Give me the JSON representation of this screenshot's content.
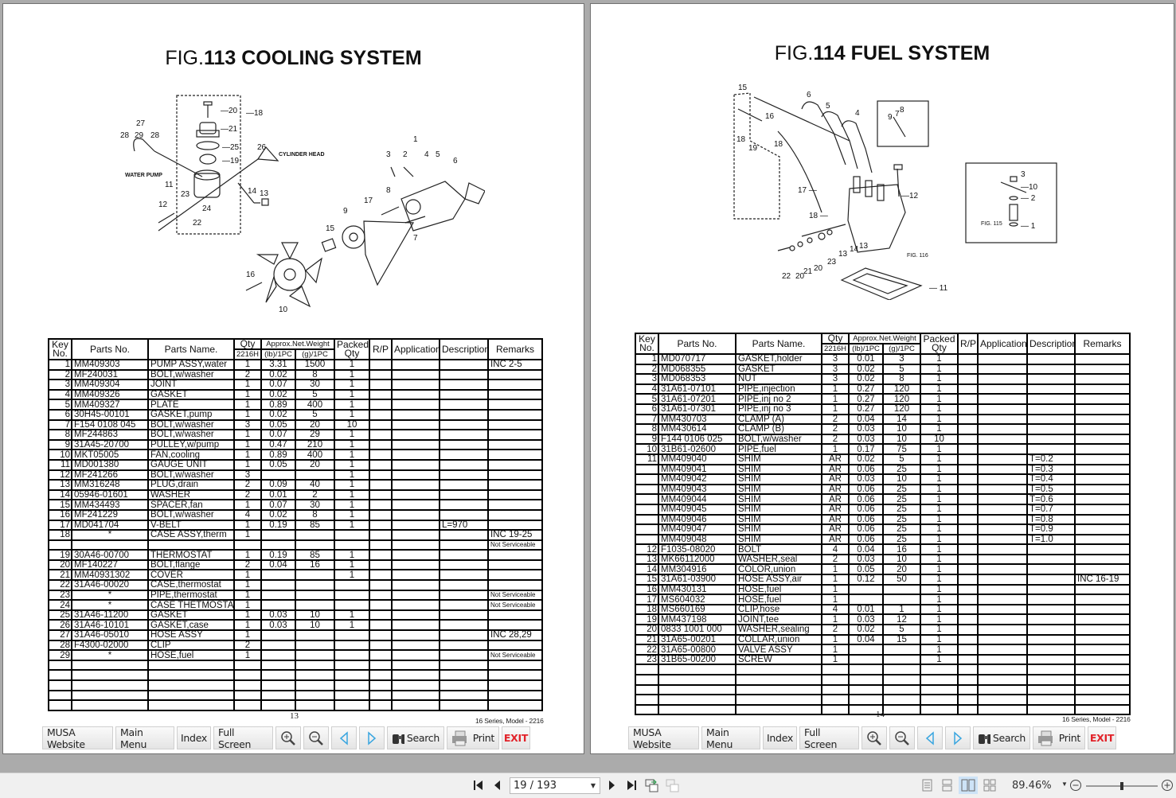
{
  "viewer": {
    "page_indicator": "19 / 193",
    "zoom_level": "89.46%",
    "zoom_slider_fraction": 0.5
  },
  "toolbar": {
    "musa_website": "MUSA Website",
    "main_menu": "Main Menu",
    "index": "Index",
    "full_screen": "Full Screen",
    "search": "Search",
    "print": "Print",
    "exit": "EXIT"
  },
  "headers": {
    "key_no_1": "Key",
    "key_no_2": "No.",
    "parts_no": "Parts No.",
    "parts_name": "Parts Name.",
    "qty": "Qty",
    "qty_sub": "2216H",
    "weight": "Approx.Net.Weight",
    "weight_lb": "(lb)/1PC",
    "weight_g": "(g)/1PC",
    "packed_1": "Packed",
    "packed_2": "Qty",
    "rp": "R/P",
    "application": "Application",
    "description": "Description",
    "remarks": "Remarks"
  },
  "left_page": {
    "fig_prefix": "FIG.",
    "fig_number": "113",
    "fig_name": "COOLING SYSTEM",
    "page_number": "13",
    "series": "16 Series, Model - 2216",
    "diagram_labels": {
      "water_pump": "WATER PUMP",
      "cylinder_head": "CYLINDER HEAD"
    },
    "rows": [
      [
        "1",
        "MM409303",
        "PUMP ASSY,water",
        "1",
        "3.31",
        "1500",
        "1",
        "",
        "",
        "",
        "INC 2-5"
      ],
      [
        "2",
        "MF240031",
        "BOLT,w/washer",
        "2",
        "0.02",
        "8",
        "1",
        "",
        "",
        "",
        ""
      ],
      [
        "3",
        "MM409304",
        "JOINT",
        "1",
        "0.07",
        "30",
        "1",
        "",
        "",
        "",
        ""
      ],
      [
        "4",
        "MM409326",
        "GASKET",
        "1",
        "0.02",
        "5",
        "1",
        "",
        "",
        "",
        ""
      ],
      [
        "5",
        "MM409327",
        "PLATE",
        "1",
        "0.89",
        "400",
        "1",
        "",
        "",
        "",
        ""
      ],
      [
        "6",
        "30H45-00101",
        "GASKET,pump",
        "1",
        "0.02",
        "5",
        "1",
        "",
        "",
        "",
        ""
      ],
      [
        "7",
        "F154 0108 045",
        "BOLT,w/washer",
        "3",
        "0.05",
        "20",
        "10",
        "",
        "",
        "",
        ""
      ],
      [
        "8",
        "MF244863",
        "BOLT,w/washer",
        "1",
        "0.07",
        "29",
        "1",
        "",
        "",
        "",
        ""
      ],
      [
        "9",
        "31A45-20700",
        "PULLEY,w/pump",
        "1",
        "0.47",
        "210",
        "1",
        "",
        "",
        "",
        ""
      ],
      [
        "10",
        "MKT05005",
        "FAN,cooling",
        "1",
        "0.89",
        "400",
        "1",
        "",
        "",
        "",
        ""
      ],
      [
        "11",
        "MD001380",
        "GAUGE UNIT",
        "1",
        "0.05",
        "20",
        "1",
        "",
        "",
        "",
        ""
      ],
      [
        "12",
        "MF241266",
        "BOLT,w/washer",
        "3",
        "",
        "",
        "1",
        "",
        "",
        "",
        ""
      ],
      [
        "13",
        "MM316248",
        "PLUG,drain",
        "2",
        "0.09",
        "40",
        "1",
        "",
        "",
        "",
        ""
      ],
      [
        "14",
        "05946-01601",
        "WASHER",
        "2",
        "0.01",
        "2",
        "1",
        "",
        "",
        "",
        ""
      ],
      [
        "15",
        "MM434493",
        "SPACER,fan",
        "1",
        "0.07",
        "30",
        "1",
        "",
        "",
        "",
        ""
      ],
      [
        "16",
        "MF241229",
        "BOLT,w/washer",
        "4",
        "0.02",
        "8",
        "1",
        "",
        "",
        "",
        ""
      ],
      [
        "17",
        "MD041704",
        "V-BELT",
        "1",
        "0.19",
        "85",
        "1",
        "",
        "",
        "L=970",
        ""
      ],
      [
        "18",
        "*",
        "CASE ASSY,therm",
        "1",
        "",
        "",
        "",
        "",
        "",
        "",
        "INC 19-25"
      ],
      [
        "",
        "",
        "",
        "",
        "",
        "",
        "",
        "",
        "",
        "",
        "Not Serviceable"
      ],
      [
        "19",
        "30A46-00700",
        "THERMOSTAT",
        "1",
        "0.19",
        "85",
        "1",
        "",
        "",
        "",
        ""
      ],
      [
        "20",
        "MF140227",
        "BOLT,flange",
        "2",
        "0.04",
        "16",
        "1",
        "",
        "",
        "",
        ""
      ],
      [
        "21",
        "MM40931302",
        "COVER",
        "1",
        "",
        "",
        "1",
        "",
        "",
        "",
        ""
      ],
      [
        "22",
        "31A46-00020",
        "CASE,thermostat",
        "1",
        "",
        "",
        "",
        "",
        "",
        "",
        ""
      ],
      [
        "23",
        "*",
        "PIPE,thermostat",
        "1",
        "",
        "",
        "",
        "",
        "",
        "",
        "Not Serviceable"
      ],
      [
        "24",
        "*",
        "CASE THETMOSTAT",
        "1",
        "",
        "",
        "",
        "",
        "",
        "",
        "Not Serviceable"
      ],
      [
        "25",
        "31A46-11200",
        "GASKET",
        "1",
        "0.03",
        "10",
        "1",
        "",
        "",
        "",
        ""
      ],
      [
        "26",
        "31A46-10101",
        "GASKET,case",
        "1",
        "0.03",
        "10",
        "1",
        "",
        "",
        "",
        ""
      ],
      [
        "27",
        "31A46-05010",
        "HOSE ASSY",
        "1",
        "",
        "",
        "",
        "",
        "",
        "",
        "INC 28,29"
      ],
      [
        "28",
        "F4300-02000",
        "CLIP",
        "2",
        "",
        "",
        "",
        "",
        "",
        "",
        ""
      ],
      [
        "29",
        "*",
        "HOSE,fuel",
        "1",
        "",
        "",
        "",
        "",
        "",
        "",
        "Not Serviceable"
      ],
      [
        "",
        "",
        "",
        "",
        "",
        "",
        "",
        "",
        "",
        "",
        ""
      ],
      [
        "",
        "",
        "",
        "",
        "",
        "",
        "",
        "",
        "",
        "",
        ""
      ],
      [
        "",
        "",
        "",
        "",
        "",
        "",
        "",
        "",
        "",
        "",
        ""
      ],
      [
        "",
        "",
        "",
        "",
        "",
        "",
        "",
        "",
        "",
        "",
        ""
      ],
      [
        "",
        "",
        "",
        "",
        "",
        "",
        "",
        "",
        "",
        "",
        ""
      ]
    ]
  },
  "right_page": {
    "fig_prefix": "FIG.",
    "fig_number": "114",
    "fig_name": "FUEL SYSTEM",
    "page_number": "14",
    "series": "16 Series, Model - 2216",
    "diagram_labels": {
      "fig115": "FIG. 115",
      "fig116": "FIG. 116"
    },
    "rows": [
      [
        "1",
        "MD070717",
        "GASKET,holder",
        "3",
        "0.01",
        "3",
        "1",
        "",
        "",
        "",
        ""
      ],
      [
        "2",
        "MD068355",
        "GASKET",
        "3",
        "0.02",
        "5",
        "1",
        "",
        "",
        "",
        ""
      ],
      [
        "3",
        "MD068353",
        "NUT",
        "3",
        "0.02",
        "8",
        "1",
        "",
        "",
        "",
        ""
      ],
      [
        "4",
        "31A61-07101",
        "PIPE,injection",
        "1",
        "0.27",
        "120",
        "1",
        "",
        "",
        "",
        ""
      ],
      [
        "5",
        "31A61-07201",
        "PIPE,inj no 2",
        "1",
        "0.27",
        "120",
        "1",
        "",
        "",
        "",
        ""
      ],
      [
        "6",
        "31A61-07301",
        "PIPE,inj no 3",
        "1",
        "0.27",
        "120",
        "1",
        "",
        "",
        "",
        ""
      ],
      [
        "7",
        "MM430703",
        "CLAMP (A)",
        "2",
        "0.04",
        "14",
        "1",
        "",
        "",
        "",
        ""
      ],
      [
        "8",
        "MM430614",
        "CLAMP (B)",
        "2",
        "0.03",
        "10",
        "1",
        "",
        "",
        "",
        ""
      ],
      [
        "9",
        "F144 0106 025",
        "BOLT,w/washer",
        "2",
        "0.03",
        "10",
        "10",
        "",
        "",
        "",
        ""
      ],
      [
        "10",
        "31B61-02600",
        "PIPE,fuel",
        "1",
        "0.17",
        "75",
        "1",
        "",
        "",
        "",
        ""
      ],
      [
        "11",
        "MM409040",
        "SHIM",
        "AR",
        "0.02",
        "5",
        "1",
        "",
        "",
        "T=0.2",
        ""
      ],
      [
        "",
        "MM409041",
        "SHIM",
        "AR",
        "0.06",
        "25",
        "1",
        "",
        "",
        "T=0.3",
        ""
      ],
      [
        "",
        "MM409042",
        "SHIM",
        "AR",
        "0.03",
        "10",
        "1",
        "",
        "",
        "T=0.4",
        ""
      ],
      [
        "",
        "MM409043",
        "SHIM",
        "AR",
        "0.06",
        "25",
        "1",
        "",
        "",
        "T=0.5",
        ""
      ],
      [
        "",
        "MM409044",
        "SHIM",
        "AR",
        "0.06",
        "25",
        "1",
        "",
        "",
        "T=0.6",
        ""
      ],
      [
        "",
        "MM409045",
        "SHIM",
        "AR",
        "0.06",
        "25",
        "1",
        "",
        "",
        "T=0.7",
        ""
      ],
      [
        "",
        "MM409046",
        "SHIM",
        "AR",
        "0.06",
        "25",
        "1",
        "",
        "",
        "T=0.8",
        ""
      ],
      [
        "",
        "MM409047",
        "SHIM",
        "AR",
        "0.06",
        "25",
        "1",
        "",
        "",
        "T=0.9",
        ""
      ],
      [
        "",
        "MM409048",
        "SHIM",
        "AR",
        "0.06",
        "25",
        "1",
        "",
        "",
        "T=1.0",
        ""
      ],
      [
        "12",
        "F1035-08020",
        "BOLT",
        "4",
        "0.04",
        "16",
        "1",
        "",
        "",
        "",
        ""
      ],
      [
        "13",
        "MK66112000",
        "WASHER,seal",
        "2",
        "0.03",
        "10",
        "1",
        "",
        "",
        "",
        ""
      ],
      [
        "14",
        "MM304916",
        "COLOR,union",
        "1",
        "0.05",
        "20",
        "1",
        "",
        "",
        "",
        ""
      ],
      [
        "15",
        "31A61-03900",
        "HOSE ASSY,air",
        "1",
        "0.12",
        "50",
        "1",
        "",
        "",
        "",
        "INC 16-19"
      ],
      [
        "16",
        "MM430131",
        "HOSE,fuel",
        "1",
        "",
        "",
        "1",
        "",
        "",
        "",
        ""
      ],
      [
        "17",
        "MS604032",
        "HOSE,fuel",
        "1",
        "",
        "",
        "1",
        "",
        "",
        "",
        ""
      ],
      [
        "18",
        "MS660169",
        "CLIP,hose",
        "4",
        "0.01",
        "1",
        "1",
        "",
        "",
        "",
        ""
      ],
      [
        "19",
        "MM437198",
        "JOINT,tee",
        "1",
        "0.03",
        "12",
        "1",
        "",
        "",
        "",
        ""
      ],
      [
        "20",
        "0833 1001 000",
        "WASHER,sealing",
        "2",
        "0.02",
        "5",
        "1",
        "",
        "",
        "",
        ""
      ],
      [
        "21",
        "31A65-00201",
        "COLLAR,union",
        "1",
        "0.04",
        "15",
        "1",
        "",
        "",
        "",
        ""
      ],
      [
        "22",
        "31A65-00800",
        "VALVE ASSY",
        "1",
        "",
        "",
        "1",
        "",
        "",
        "",
        ""
      ],
      [
        "23",
        "31B65-00200",
        "SCREW",
        "1",
        "",
        "",
        "1",
        "",
        "",
        "",
        ""
      ],
      [
        "",
        "",
        "",
        "",
        "",
        "",
        "",
        "",
        "",
        "",
        ""
      ],
      [
        "",
        "",
        "",
        "",
        "",
        "",
        "",
        "",
        "",
        "",
        ""
      ],
      [
        "",
        "",
        "",
        "",
        "",
        "",
        "",
        "",
        "",
        "",
        ""
      ],
      [
        "",
        "",
        "",
        "",
        "",
        "",
        "",
        "",
        "",
        "",
        ""
      ],
      [
        "",
        "",
        "",
        "",
        "",
        "",
        "",
        "",
        "",
        "",
        ""
      ]
    ]
  },
  "colors": {
    "exit_red": "#e2232a",
    "nav_arrow_blue": "#3aa6e0",
    "viewer_bg": "#ababab"
  }
}
